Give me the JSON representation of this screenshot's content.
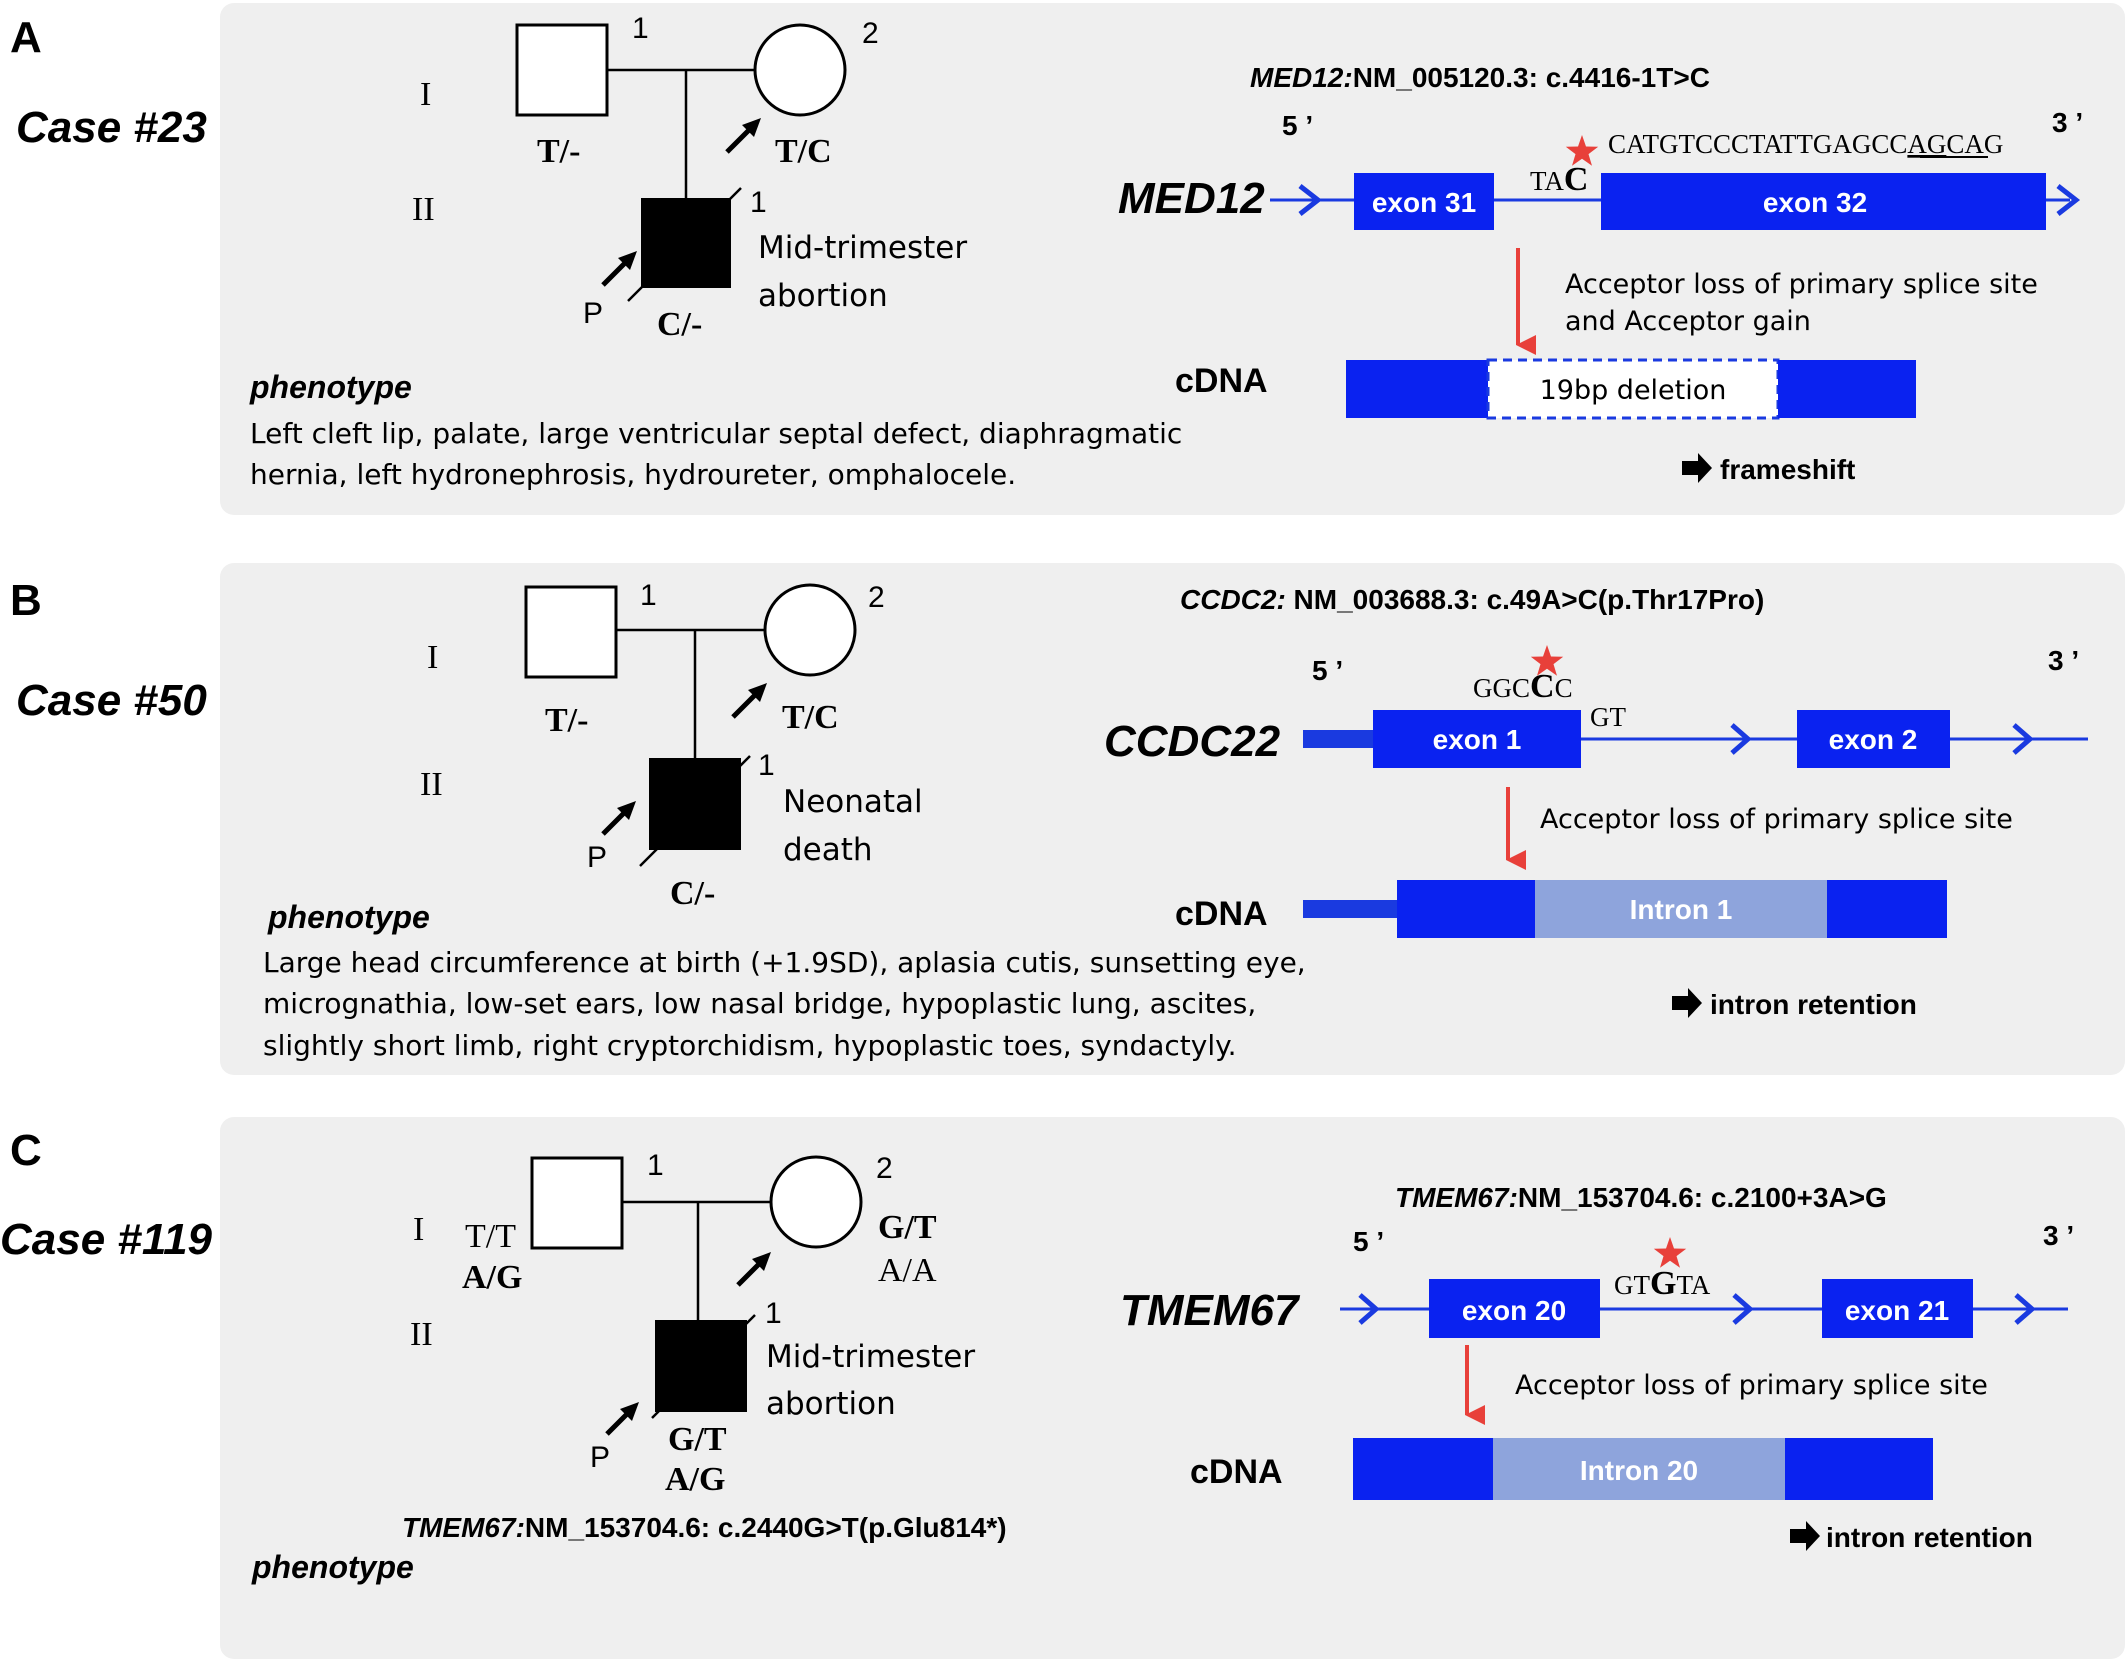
{
  "panels": [
    {
      "letter": "A",
      "case": "Case #23",
      "generations": [
        "I",
        "II"
      ],
      "father": {
        "num": "1",
        "genotype": [
          "T/-"
        ]
      },
      "mother": {
        "num": "2",
        "genotype": [
          "T/C"
        ]
      },
      "proband": {
        "num": "1",
        "genotype": [
          "C/-"
        ],
        "desc": [
          "Mid-trimester",
          "abortion"
        ],
        "marker": "P"
      },
      "phenotype_label": "phenotype",
      "phenotype": [
        "Left cleft lip, palate, large ventricular septal defect, diaphragmatic",
        "hernia, left hydronephrosis, hydroureter, omphalocele."
      ],
      "variant": {
        "gene": "MED12:",
        "rest": "NM_005120.3: c.4416-1T>C"
      },
      "gene": "MED12",
      "five_prime": "5 ’",
      "three_prime": "3 ’",
      "seq_left_a": "TA",
      "seq_left_b": "C",
      "seq_right_a": "CATGTCCCTATTGAGCC",
      "seq_right_b": "AG",
      "seq_right_c": "CAG",
      "exon_a": "exon 31",
      "exon_b": "exon 32",
      "note": [
        "Acceptor loss of primary splice site",
        "and Acceptor gain"
      ],
      "cdna": "cDNA",
      "middle": "19bp deletion",
      "outcome": "frameshift"
    },
    {
      "letter": "B",
      "case": "Case #50",
      "generations": [
        "I",
        "II"
      ],
      "father": {
        "num": "1",
        "genotype": [
          "T/-"
        ]
      },
      "mother": {
        "num": "2",
        "genotype": [
          "T/C"
        ]
      },
      "proband": {
        "num": "1",
        "genotype": [
          "C/-"
        ],
        "desc": [
          "Neonatal",
          "death"
        ],
        "marker": "P"
      },
      "phenotype_label": "phenotype",
      "phenotype": [
        "Large head circumference at birth (+1.9SD), aplasia cutis, sunsetting eye,",
        "micrognathia, low-set ears, low nasal bridge, hypoplastic lung, ascites,",
        "slightly short limb, right cryptorchidism, hypoplastic toes, syndactyly."
      ],
      "variant": {
        "gene": "CCDC2:",
        "rest": " NM_003688.3: c.49A>C(p.Thr17Pro)"
      },
      "gene": "CCDC22",
      "five_prime": "5 ’",
      "three_prime": "3 ’",
      "seq_a": "GGC",
      "seq_b": "C",
      "seq_c": "C",
      "seq_gt": "GT",
      "exon_a": "exon 1",
      "exon_b": "exon 2",
      "note": [
        "Acceptor loss of primary splice site"
      ],
      "cdna": "cDNA",
      "middle": "Intron 1",
      "outcome": "intron retention"
    },
    {
      "letter": "C",
      "case": "Case #119",
      "generations": [
        "I",
        "II"
      ],
      "father": {
        "num": "1",
        "genotype": [
          "T/T",
          "A/G"
        ]
      },
      "mother": {
        "num": "2",
        "genotype": [
          "G/T",
          "A/A"
        ]
      },
      "proband": {
        "num": "1",
        "genotype": [
          "G/T",
          "A/G"
        ],
        "desc": [
          "Mid-trimester",
          "abortion"
        ],
        "marker": "P"
      },
      "phenotype_label": "phenotype",
      "proband_variant": {
        "gene": "TMEM67:",
        "rest": "NM_153704.6: c.2440G>T(p.Glu814*)"
      },
      "variant": {
        "gene": "TMEM67:",
        "rest": "NM_153704.6: c.2100+3A>G"
      },
      "gene": "TMEM67",
      "five_prime": "5 ’",
      "three_prime": "3 ’",
      "seq_a": "GT",
      "seq_b": "G",
      "seq_c": "TA",
      "exon_a": "exon 20",
      "exon_b": "exon 21",
      "note": [
        "Acceptor loss of primary splice site"
      ],
      "cdna": "cDNA",
      "middle": "Intron 20",
      "outcome": "intron retention"
    }
  ],
  "colors": {
    "exon": "#0a22f0",
    "intron_retained": "#8ea4dc",
    "line": "#1a3ae0",
    "arrow_red": "#e8403a",
    "star": "#e8403a",
    "panel_bg": "#efefef"
  }
}
